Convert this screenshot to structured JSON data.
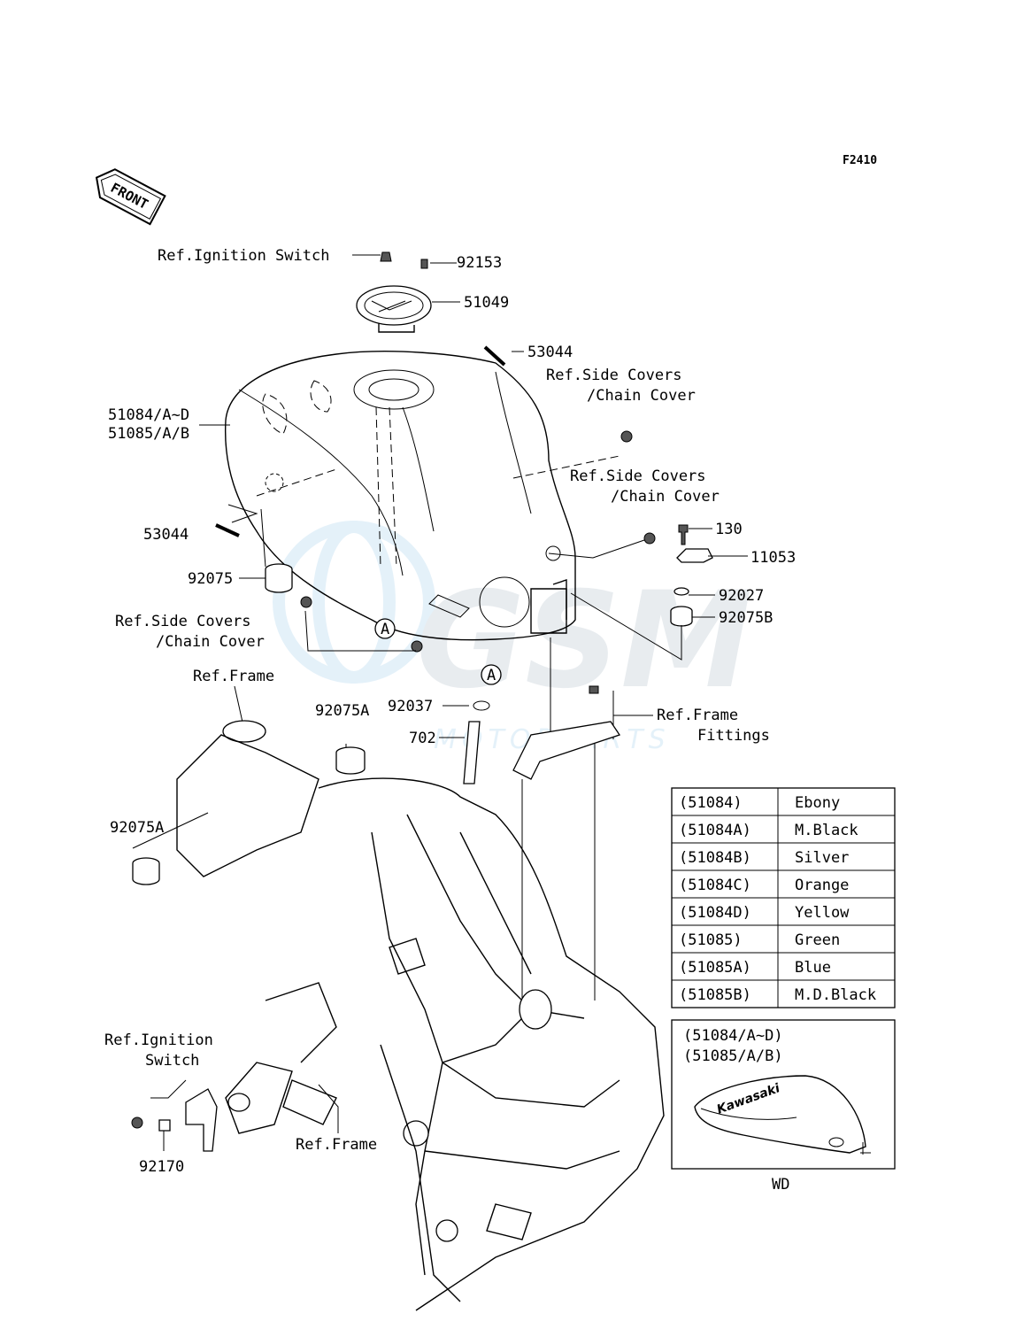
{
  "figure_code": "F2410",
  "front_label": "FRONT",
  "callout_a": "A",
  "watermark": {
    "main": "GSM",
    "sub": "MOTORPARTS"
  },
  "labels": {
    "ref_ignition_switch_top": "Ref.Ignition Switch",
    "p92153": "92153",
    "p51049": "51049",
    "p53044_top": "53044",
    "ref_side_covers_1a": "Ref.Side Covers",
    "ref_side_covers_1b": "/Chain Cover",
    "tank_line1": "51084/A~D",
    "tank_line2": "51085/A/B",
    "ref_side_covers_2a": "Ref.Side Covers",
    "ref_side_covers_2b": "/Chain Cover",
    "p130": "130",
    "p11053": "11053",
    "p53044_left": "53044",
    "p92027": "92027",
    "p92075": "92075",
    "p92075B": "92075B",
    "ref_side_covers_3a": "Ref.Side Covers",
    "ref_side_covers_3b": "/Chain Cover",
    "ref_frame_top": "Ref.Frame",
    "p92075A_top": "92075A",
    "p92037": "92037",
    "p702": "702",
    "ref_frame_fittings_a": "Ref.Frame",
    "ref_frame_fittings_b": "Fittings",
    "p92075A_left": "92075A",
    "ref_ignition_switch_bottom_a": "Ref.Ignition",
    "ref_ignition_switch_bottom_b": "Switch",
    "ref_frame_bottom": "Ref.Frame",
    "p92170": "92170"
  },
  "color_table": {
    "rows": [
      {
        "code": "(51084)",
        "color": "Ebony"
      },
      {
        "code": "(51084A)",
        "color": "M.Black"
      },
      {
        "code": "(51084B)",
        "color": "Silver"
      },
      {
        "code": "(51084C)",
        "color": "Orange"
      },
      {
        "code": "(51084D)",
        "color": "Yellow"
      },
      {
        "code": "(51085)",
        "color": "Green"
      },
      {
        "code": "(51085A)",
        "color": "Blue"
      },
      {
        "code": "(51085B)",
        "color": "M.D.Black"
      }
    ]
  },
  "inset": {
    "line1": "(51084/A~D)",
    "line2": "(51085/A/B)",
    "badge": "Kawasaki",
    "caption": "WD"
  }
}
